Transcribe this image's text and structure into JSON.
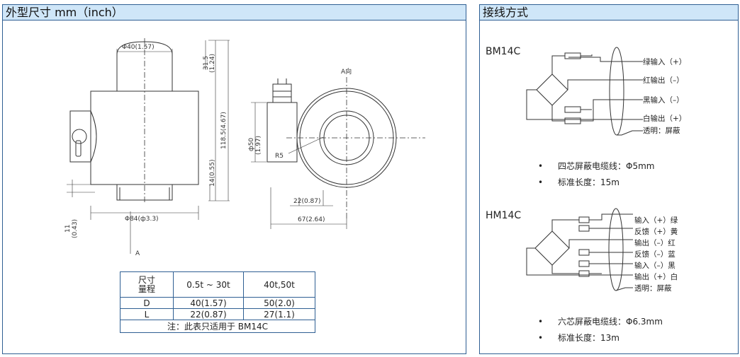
{
  "left_panel": {
    "title": "外型尺寸 mm（inch）",
    "drawing": {
      "dia_top": "Φ40(1.57)",
      "dim_315": "31.5",
      "dim_124": "(1.24)",
      "dim_1185": "118.5(4.67)",
      "dim_14": "14(0.55)",
      "dim_11": "11",
      "dim_043": "(0.43)",
      "dia_84": "Φ84(ф3.3)",
      "view_a_bottom": "A",
      "view_a_top": "A向",
      "dia_50": "ф50",
      "dim_197": "(1.97)",
      "r5": "R5",
      "dim_22": "22(0.87)",
      "dim_67": "67(2.64)"
    },
    "table": {
      "header_dim": "尺寸",
      "header_range": "量程",
      "col1": "0.5t ~ 30t",
      "col2": "40t,50t",
      "rows": [
        {
          "label": "D",
          "v1": "40(1.57)",
          "v2": "50(2.0)"
        },
        {
          "label": "L",
          "v1": "22(0.87)",
          "v2": "27(1.1)"
        }
      ],
      "note": "注：此表只适用于 BM14C"
    }
  },
  "right_panel": {
    "title": "接线方式",
    "bm14c": {
      "model": "BM14C",
      "wires": [
        "绿输入（+）",
        "红输出（–）",
        "黑输入（–）",
        "白输出（+）",
        "透明：屏蔽"
      ],
      "specs": [
        "四芯屏蔽电缆线：Φ5mm",
        "标准长度：15m"
      ]
    },
    "hm14c": {
      "model": "HM14C",
      "wires": [
        "输入（+）绿",
        "反馈（+）黄",
        "输出（–）红",
        "反馈（–）蓝",
        "输入（–）黑",
        "输出（+）白",
        "透明：屏蔽"
      ],
      "specs": [
        "六芯屏蔽电缆线：Φ6.3mm",
        "标准长度：13m"
      ]
    },
    "bullet": "•"
  }
}
